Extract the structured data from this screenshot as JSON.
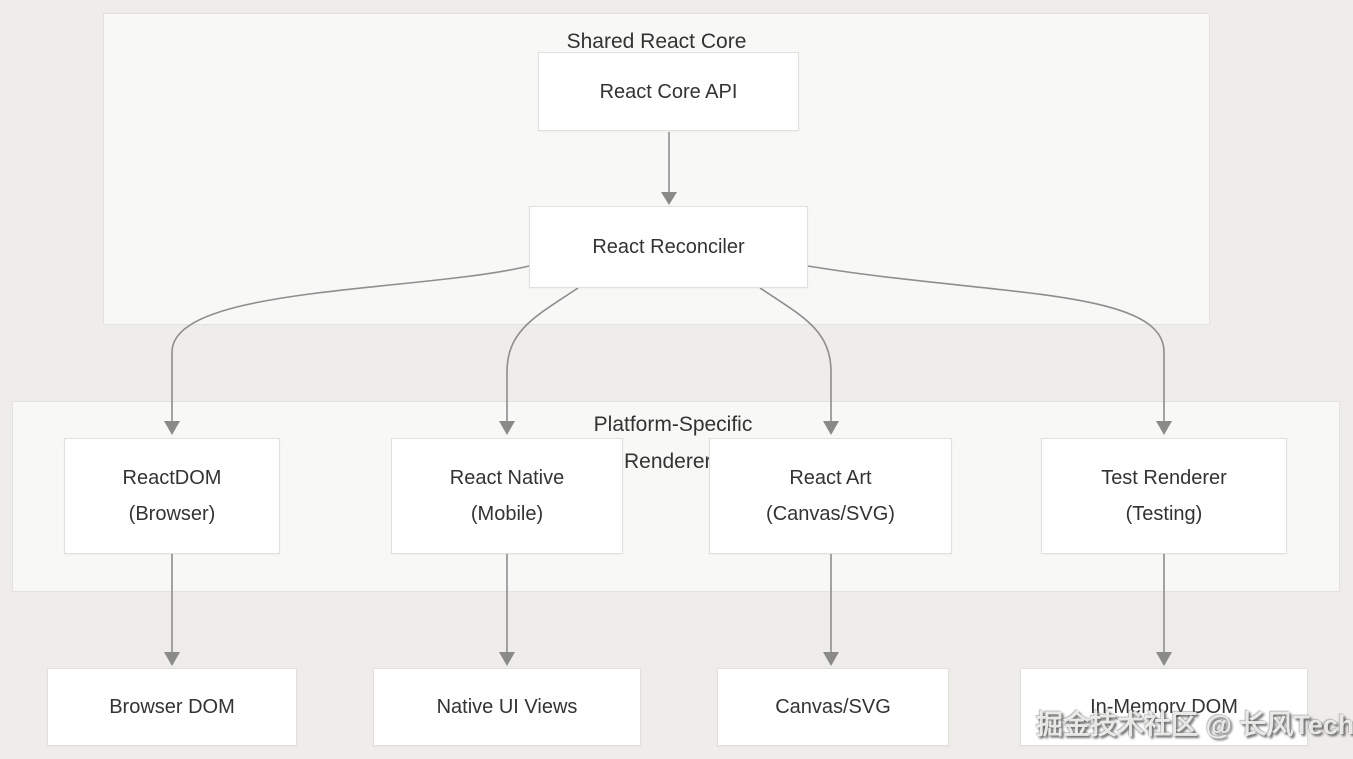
{
  "diagram": {
    "type": "flowchart",
    "groups": {
      "shared_core": {
        "title": "Shared React Core",
        "nodes": [
          "React Core API",
          "React Reconciler"
        ]
      },
      "platform_renderers": {
        "title": "Platform-Specific Renderers",
        "title_line1": "Platform-Specific",
        "title_line2": "Renderers"
      }
    },
    "nodes": {
      "core_api": "React Core API",
      "reconciler": "React Reconciler"
    },
    "renderers": [
      {
        "line1": "ReactDOM",
        "line2": "(Browser)"
      },
      {
        "line1": "React Native",
        "line2": "(Mobile)"
      },
      {
        "line1": "React Art",
        "line2": "(Canvas/SVG)"
      },
      {
        "line1": "Test Renderer",
        "line2": "(Testing)"
      }
    ],
    "targets": [
      "Browser DOM",
      "Native UI Views",
      "Canvas/SVG",
      "In-Memory DOM"
    ],
    "edges": [
      [
        "React Core API",
        "React Reconciler"
      ],
      [
        "React Reconciler",
        "ReactDOM (Browser)"
      ],
      [
        "React Reconciler",
        "React Native (Mobile)"
      ],
      [
        "React Reconciler",
        "React Art (Canvas/SVG)"
      ],
      [
        "React Reconciler",
        "Test Renderer (Testing)"
      ],
      [
        "ReactDOM (Browser)",
        "Browser DOM"
      ],
      [
        "React Native (Mobile)",
        "Native UI Views"
      ],
      [
        "React Art (Canvas/SVG)",
        "Canvas/SVG"
      ],
      [
        "Test Renderer (Testing)",
        "In-Memory DOM"
      ]
    ],
    "colors": {
      "page_background": "#efedea",
      "group_background": "#f8f8f7",
      "group_border": "#e4e2df",
      "node_background": "#ffffff",
      "node_border": "#e2e0dd",
      "arrow": "#8e8e8e",
      "text": "#333333"
    }
  },
  "watermark": {
    "text": "掘金技术社区 @ 长风Tech"
  }
}
